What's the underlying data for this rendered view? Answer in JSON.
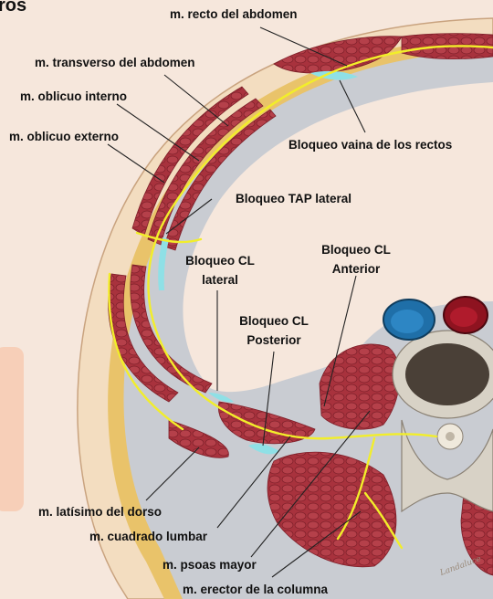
{
  "heading_fragment": "ros",
  "labels": {
    "recto": "m. recto del abdomen",
    "transverso": "m. transverso del abdomen",
    "oblicuo_interno": "m. oblicuo interno",
    "oblicuo_externo": "m. oblicuo externo",
    "bloqueo_vaina": "Bloqueo vaina de los rectos",
    "bloqueo_tap": "Bloqueo TAP lateral",
    "bloqueo_cl_lateral_1": "Bloqueo CL",
    "bloqueo_cl_lateral_2": "lateral",
    "bloqueo_cl_anterior_1": "Bloqueo CL",
    "bloqueo_cl_anterior_2": "Anterior",
    "bloqueo_cl_posterior_1": "Bloqueo CL",
    "bloqueo_cl_posterior_2": "Posterior",
    "latisimo": "m. latísimo del dorso",
    "cuadrado": "m. cuadrado lumbar",
    "psoas": "m. psoas mayor",
    "erector": "m. erector de la columna"
  },
  "signature": "Landaluce",
  "colors": {
    "background": "#f6e7dc",
    "skin": "#f3ddc0",
    "fat": "#e9c36a",
    "muscle": "#a8323d",
    "fascia": "#c9ccd2",
    "nerve": "#f2ee2a",
    "local_anesthetic": "#8fe0e6",
    "aorta": "#1f6fa8",
    "vena_cava": "#8e1320",
    "bone": "#d8d2c6",
    "vertebral_body_core": "#4a4037"
  }
}
